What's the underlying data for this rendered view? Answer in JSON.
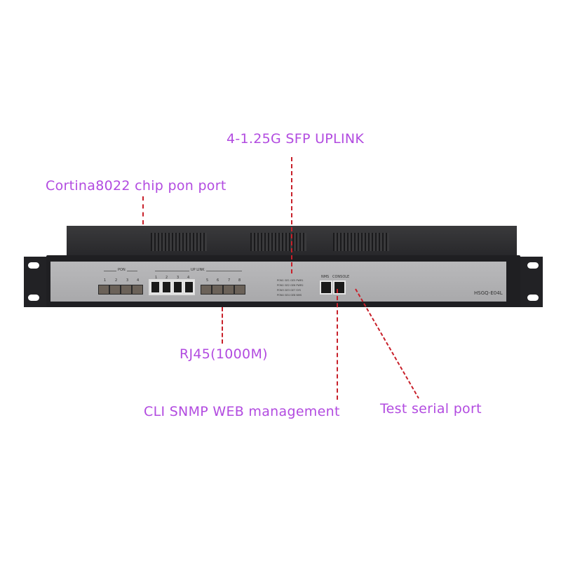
{
  "annotations": {
    "sfp_uplink": "4-1.25G SFP UPLINK",
    "pon_port": "Cortina8022 chip pon port",
    "rj45": "RJ45(1000M)",
    "management": "CLI SNMP WEB management",
    "serial": "Test serial port"
  },
  "device": {
    "model": "HSGQ-E04L",
    "pon_group": "PON",
    "uplink_group": "UP LINK",
    "pon_numbers": [
      "1",
      "2",
      "3",
      "4"
    ],
    "uplink_numbers": [
      "1",
      "2",
      "3",
      "4",
      "5",
      "6",
      "7",
      "8"
    ],
    "nms": "NMS",
    "console": "CONSOLE",
    "leds": [
      [
        "PON1",
        "GE1",
        "GE5",
        "PWR1"
      ],
      [
        "PON2",
        "GE2",
        "GE6",
        "PWR2"
      ],
      [
        "PON3",
        "GE3",
        "GE7",
        "SYS"
      ],
      [
        "PON4",
        "GE4",
        "GE8",
        "NMS"
      ]
    ]
  },
  "colors": {
    "annotation": "#b24be0",
    "leader_line": "#c8202a"
  }
}
